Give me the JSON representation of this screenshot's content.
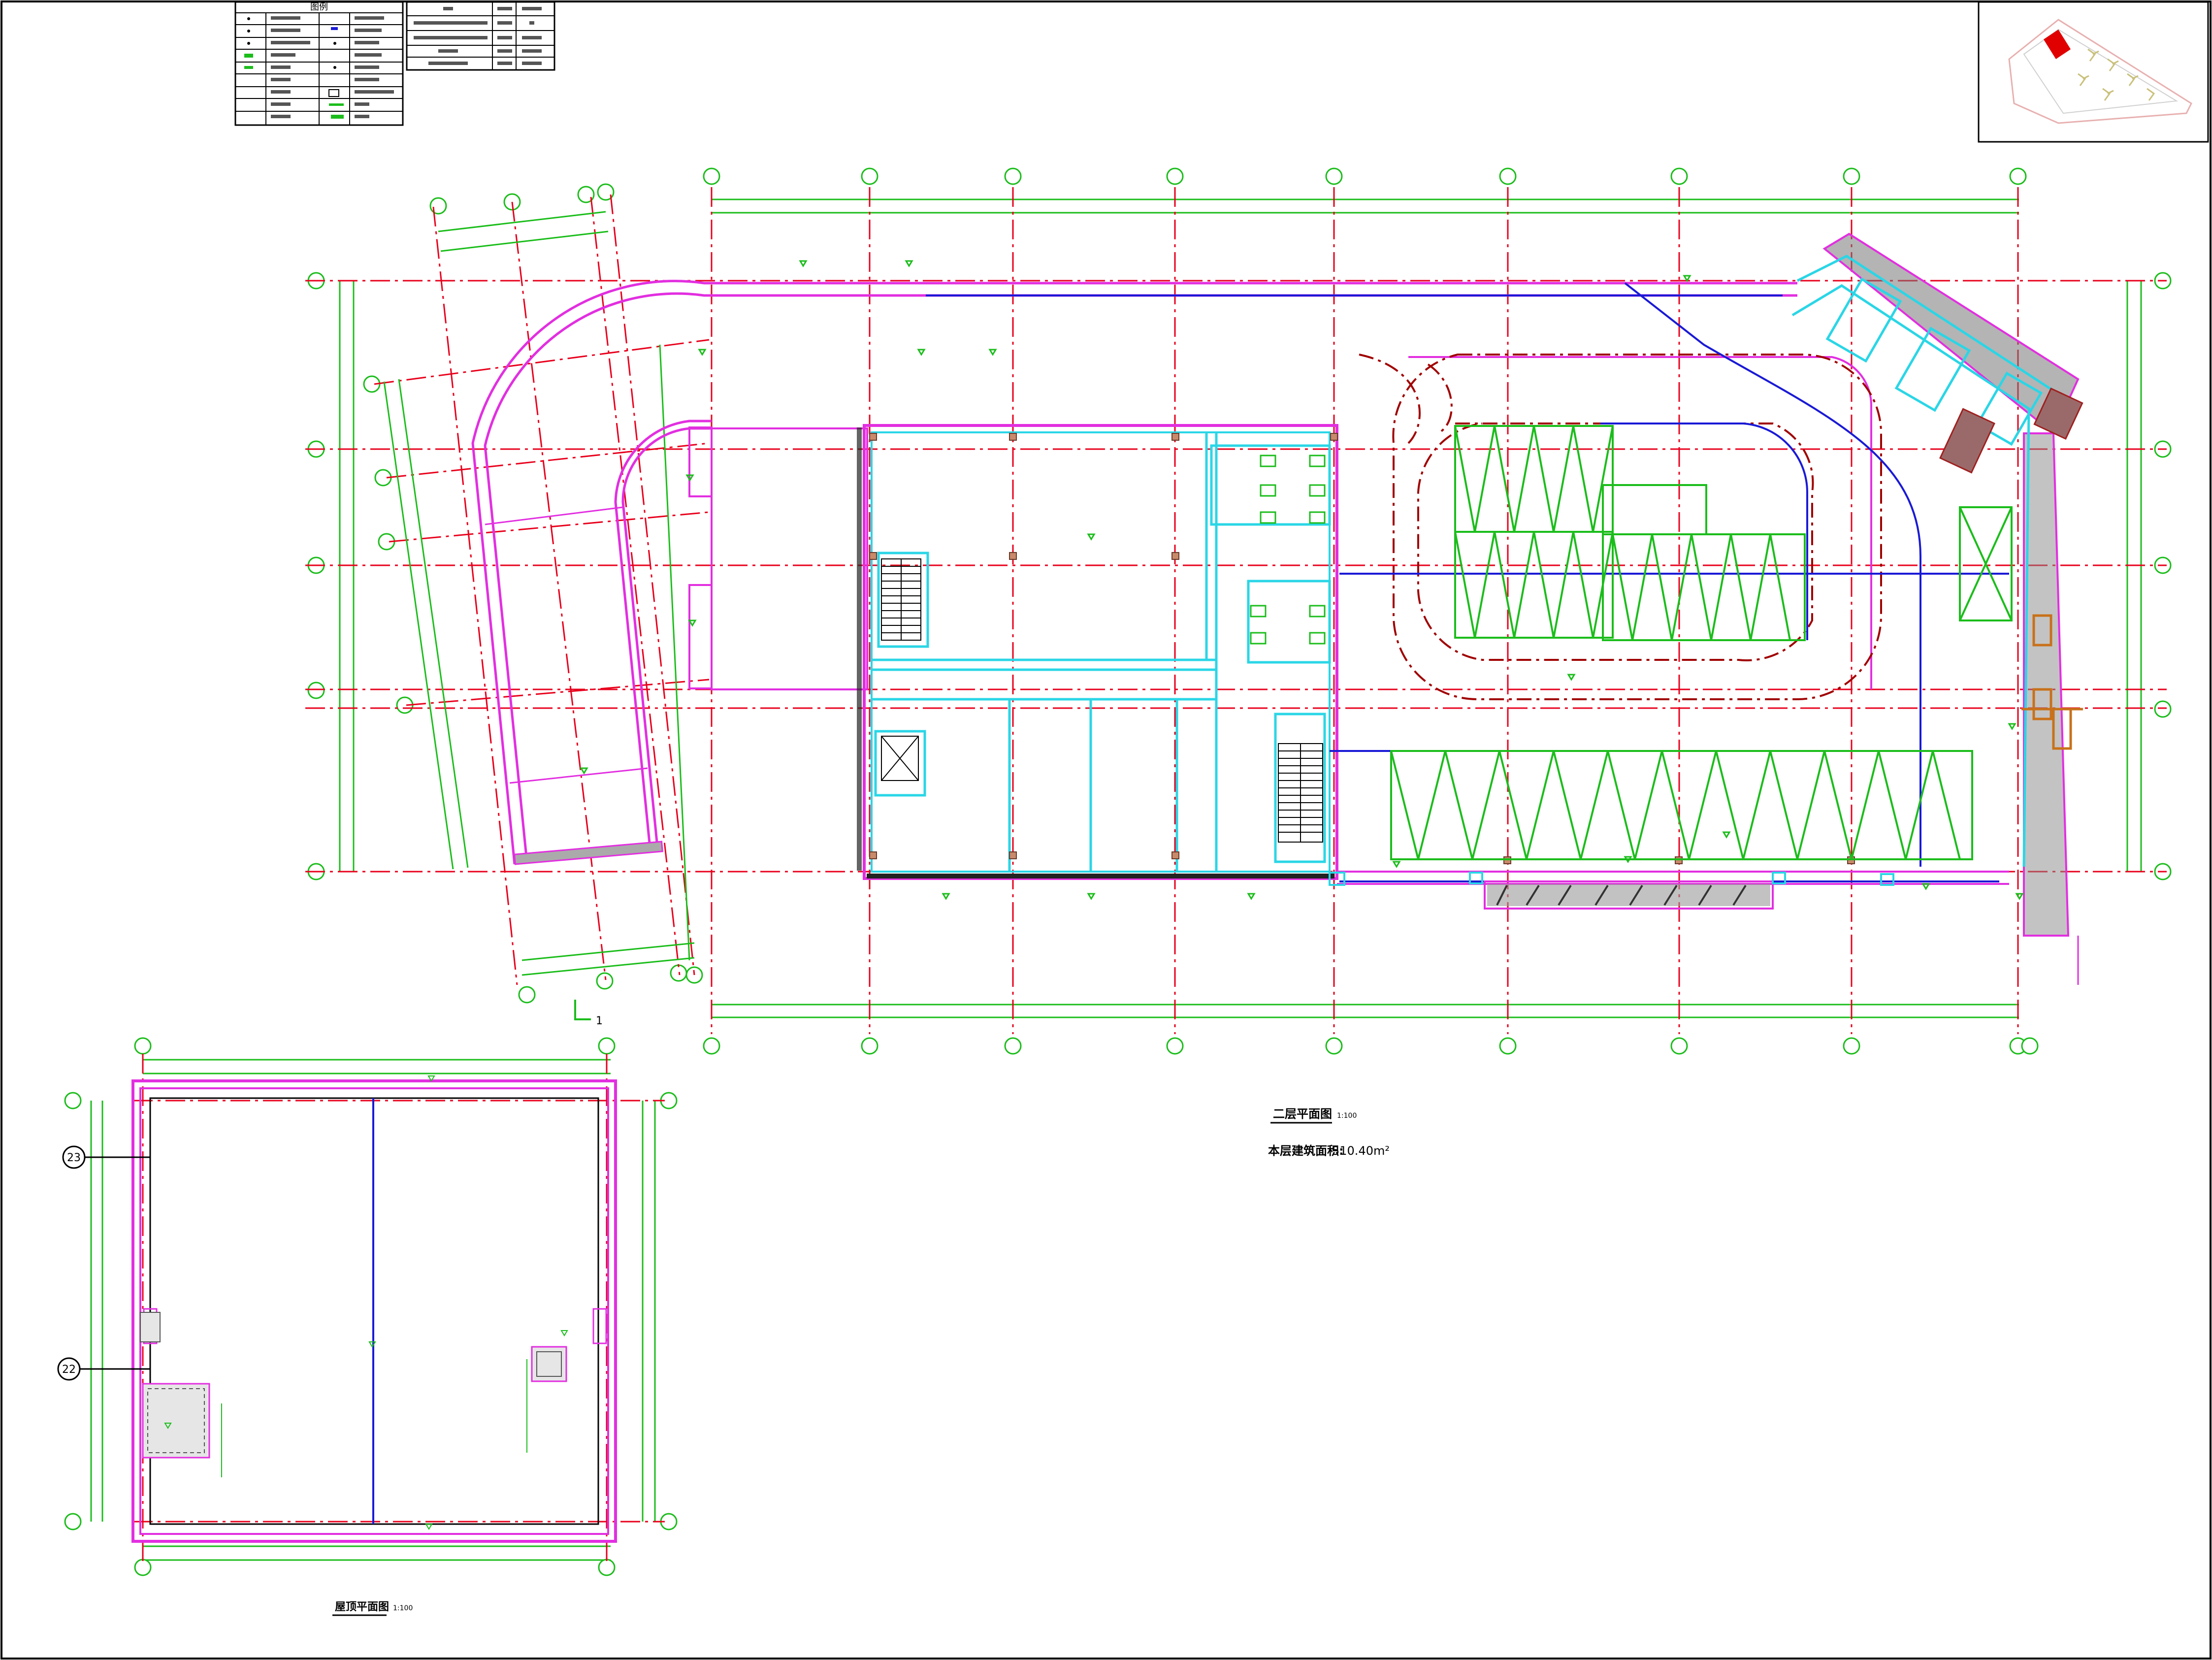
{
  "drawing": {
    "plan_title": "二层平面图",
    "plan_scale": "1:100",
    "area_label": "本层建筑面积:",
    "area_value": "510.40m²",
    "roof_title": "屋顶平面图",
    "roof_scale": "1:100",
    "section_mark": "1"
  },
  "legend": {
    "title": "图例"
  },
  "roof_axes": {
    "axis_a": "23",
    "axis_b": "22"
  },
  "colors": {
    "axis_red": "#e8001c",
    "dim_green": "#1bbd1b",
    "wall_magenta": "#e22fe0",
    "pipe_blue": "#1a1ad6",
    "glass_cyan": "#2ad6e6",
    "hatch_dark": "#222222",
    "brown": "#8b4a2a",
    "keymap_red": "#e00000"
  }
}
